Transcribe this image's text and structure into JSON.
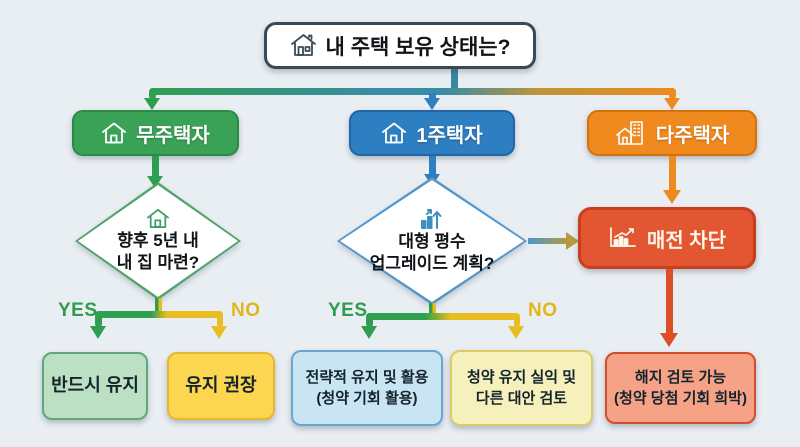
{
  "palette": {
    "background": "#e9eef3",
    "green": "#3aa257",
    "blue": "#2e7fc2",
    "orange": "#f08a1e",
    "red": "#e25631",
    "teal_connector": "#38889f",
    "yes_green": "#2f9b4c",
    "no_yellow": "#e2b51c"
  },
  "root": {
    "icon": "house-icon",
    "label": "내 주택 보유 상태는?"
  },
  "branches": [
    {
      "icon": "house-icon",
      "label": "무주택자"
    },
    {
      "icon": "house-icon",
      "label": "1주택자"
    },
    {
      "icon": "house-building-icon",
      "label": "다주택자"
    }
  ],
  "decisions": [
    {
      "icon": "house-icon",
      "line1": "향후 5년 내",
      "line2": "내 집 마련?"
    },
    {
      "icon": "chart-up-arrows-icon",
      "line1": "대형 평수",
      "line2": "업그레이드 계획?"
    }
  ],
  "action": {
    "icon": "line-chart-icon",
    "label": "매전 차단"
  },
  "labels": {
    "yes": "YES",
    "no": "NO"
  },
  "outcomes": [
    {
      "line1": "반드시 유지"
    },
    {
      "line1": "유지 권장"
    },
    {
      "line1": "전략적 유지 및 활용",
      "line2": "(청약 기회 활용)"
    },
    {
      "line1": "청약 유지 실익 및",
      "line2": "다른 대안 검토"
    },
    {
      "line1": "해지 검토 가능",
      "line2": "(청약 당첨 기회 희박)"
    }
  ]
}
